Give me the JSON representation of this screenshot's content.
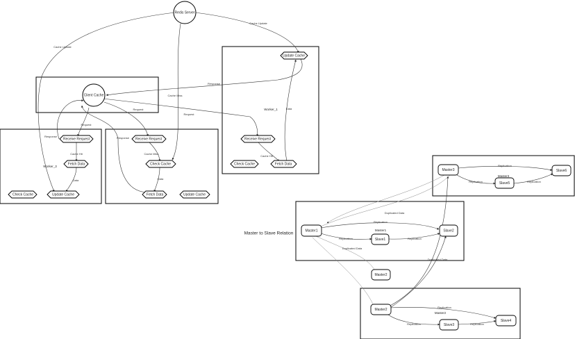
{
  "nodes": {
    "redis_server": "Redis Server",
    "client_cache": "Client Cache",
    "update_cache_top": "Update Cache",
    "receive_request_top": "Receive Request",
    "check_cache_top": "Check Cache",
    "fetch_data_top": "Fetch Data",
    "w3_receive_request": "Receive Request",
    "w3_fetch_data": "Fetch Data",
    "w3_check_cache": "Check Cache",
    "w3_update_cache": "Update Cache",
    "w2_receive_request": "Receive Request",
    "w2_check_cache": "Check Cache",
    "w2_fetch_data": "Fetch Data",
    "w2_update_cache": "Update Cache",
    "master1": "Master1",
    "slave1": "Slave1",
    "slave2": "Slave2",
    "master2_lower": "Master2",
    "master2": "Master2",
    "slave3": "Slave3",
    "slave4": "Slave4",
    "master3": "Master3",
    "slave5": "Slave5",
    "slave6": "Slave6"
  },
  "clusters": {
    "worker_1": "Worker_1",
    "worker_3": "Worker_3",
    "master1_cluster": "Master1",
    "master2_cluster": "Master2",
    "master3_cluster": "Master3"
  },
  "title": "Master to Slave Relation",
  "edges": {
    "cache_update_left": "Cache Update",
    "cache_update_right": "Cache Update",
    "response_top": "Response",
    "cache_miss_top": "Cache Miss",
    "request_right": "Request",
    "request_mid": "Request",
    "request_left": "Request",
    "data_top": "Data",
    "cache_hit_top": "Cache Hit",
    "response_w3": "Response",
    "cache_hit_w3": "Cache Hit",
    "data_w3": "Data",
    "response_w2": "Response",
    "cache_miss_w2": "Cache Miss",
    "data_w2": "Data",
    "replication_m1_s2": "Replication",
    "replication_m1_s1": "Replication",
    "replication_s1_s2": "Replication",
    "duplicated_m1": "Duplicated Data",
    "duplicated_m3_m1": "Duplicated Data",
    "duplicated_m2": "Duplicated Data",
    "replication_m2_s4": "Replication",
    "replication_m2_s3": "Replication",
    "replication_s3_s4": "Replication",
    "replication_m3_s6": "Replication",
    "replication_m3_s5": "Replication",
    "replication_s5_s6": "Replication"
  }
}
